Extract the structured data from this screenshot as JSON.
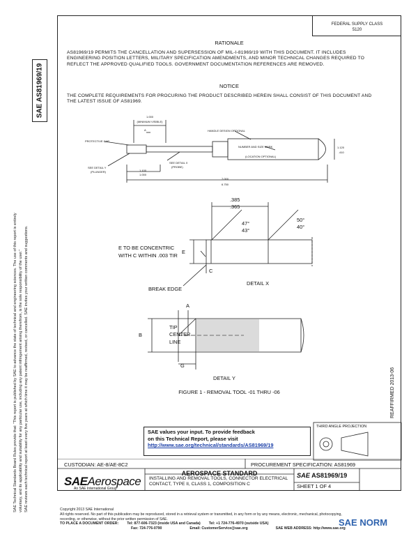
{
  "header": {
    "fsc_line1": "FEDERAL SUPPLY CLASS",
    "fsc_line2": "5120"
  },
  "side_doc_id": "SAE AS81969/19",
  "rationale": {
    "title": "RATIONALE",
    "text": "AS81969/19 PERMITS THE CANCELLATION AND SUPERSESSION OF MIL-I-81969/19 WITH THIS DOCUMENT. IT INCLUDES ENGINEERING POSITION LETTERS, MILITARY SPECIFICATION AMENDMENTS, AND MINOR TECHNICAL CHANGES REQUIRED TO REFLECT THE APPROVED QUALIFIED TOOLS. GOVERNMENT DOCUMENTATION REFERENCES ARE REMOVED."
  },
  "notice": {
    "title": "NOTICE",
    "text": "THE COMPLETE REQUIREMENTS FOR PROCURING THE PRODUCT DESCRIBED HEREIN SHALL CONSIST OF THIS DOCUMENT AND THE LATEST ISSUE OF AS81969."
  },
  "tool_drawing": {
    "dim_top_line1": "1.000",
    "dim_top_line2": "(MINIMUM VISIBLE)",
    "dim_a": "A",
    "protective_cap": "PROTECTIVE CAP",
    "handle_design": "HANDLE DESIGN OPTIONAL",
    "number_and_size": "NUMBER AND SIZE MARK",
    "location_optional": "(LOCATION OPTIONAL)",
    "dia_top": "1.120",
    "dia_bottom": ".410",
    "see_detail_y_line1": "SEE DETAIL Y",
    "see_detail_y_line2": "(PLUNGER)",
    "see_detail_x_line1": "SEE DETAIL X",
    "see_detail_x_line2": "(PROBE)",
    "len1_top": "1.100",
    "len1_bottom": "1.000",
    "len2_top": "7.000",
    "len2_bottom": "6.750"
  },
  "detail_x": {
    "dim_top": ".385",
    "dim_bottom": ".365",
    "angle1_top": "47°",
    "angle1_bottom": "43°",
    "angle2_top": "50°",
    "angle2_bottom": "40°",
    "note_line1": "E TO BE CONCENTRIC",
    "note_line2": "WITH C WITHIN .003 TIR",
    "letter_e": "E",
    "letter_c": "C",
    "break_edge": "BREAK EDGE",
    "title": "DETAIL X"
  },
  "detail_y": {
    "letter_a": "A",
    "letter_b": "B",
    "letter_g": "G",
    "tip": "TIP",
    "center": "CENTER",
    "line": "LINE",
    "title": "DETAIL Y"
  },
  "figure_caption": "FIGURE 1 - REMOVAL TOOL -01 THRU -06",
  "reaffirmed": "REAFFIRMED 2013-06",
  "feedback": {
    "line1": "SAE values your input. To provide feedback",
    "line2": "on this Technical Report, please visit",
    "link": "http://www.sae.org/technical/standards/AS81969/19"
  },
  "third_angle": "THIRD ANGLE PROJECTION",
  "custodian": "CUSTODIAN: AE-8/AE-8C2",
  "procurement": "PROCUREMENT SPECIFICATION: AS81969",
  "logo": {
    "sae": "SAE",
    "aerospace": "Aerospace",
    "tagline": "An SAE International Group"
  },
  "standard_title": "AEROSPACE STANDARD",
  "doc_title": "INSTALLING AND REMOVAL TOOLS, CONNECTOR ELECTRICAL CONTACT, TYPE II, CLASS 1, COMPOSITION C",
  "doc_number": "AS81969/19",
  "sheet": "SHEET 1 OF 4",
  "disclaimer": {
    "line1": "SAE Technical Standards Board Rules provide that: “This report is published by SAE to advance the state of technical and engineering sciences. The use of this report is entirely",
    "line2": "voluntary, and its applicability and suitability for any particular use, including any patent infringement arising therefrom, is the sole responsibility of the user.”",
    "line3": "SAE reviews each technical report at least every five years at which time it may be reaffirmed, revised, or cancelled. SAE invites your written comments and suggestions."
  },
  "footer": {
    "copyright": "Copyright 2013 SAE International",
    "rights": "All rights reserved. No part of this publication may be reproduced, stored in a retrieval system or transmitted, in any form or by any means, electronic, mechanical, photocopying,",
    "rights2": "recording, or otherwise, without the prior written permission of SAE.",
    "order_label": "TO PLACE A DOCUMENT ORDER:",
    "tel1": "Tel: 877-606-7323 (inside USA and Canada)",
    "tel2": "Tel: +1 724-776-4970 (outside USA)",
    "fax": "Fax: 724-776-0790",
    "email": "Email: CustomerService@sae.org",
    "web": "SAE WEB ADDRESS: http://www.sae.org"
  },
  "watermark": "SAE NORM"
}
